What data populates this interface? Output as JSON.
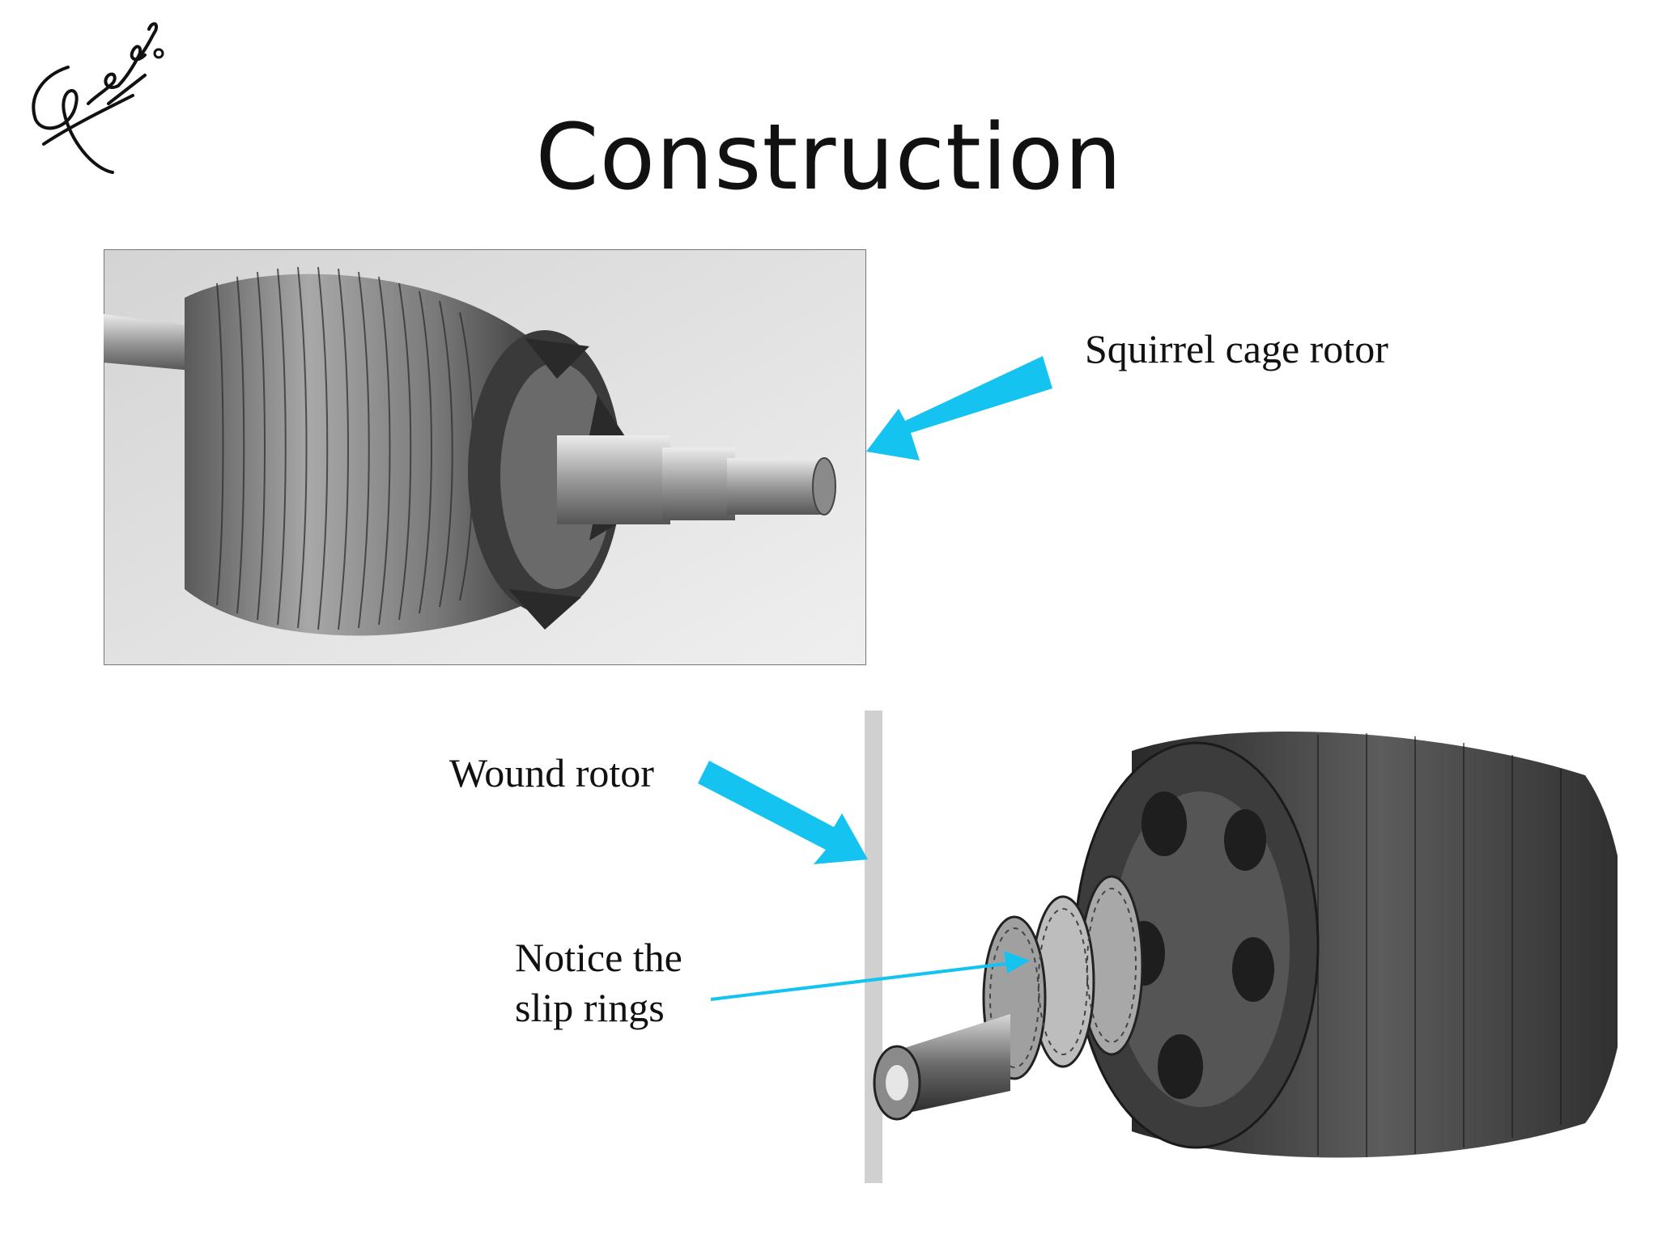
{
  "slide": {
    "title": "Construction",
    "labels": {
      "squirrel_cage": "Squirrel cage rotor",
      "wound": "Wound rotor",
      "slip_rings_line1": "Notice the",
      "slip_rings_line2": "slip rings"
    },
    "colors": {
      "arrow": "#14c3f0",
      "text": "#111111"
    },
    "images": {
      "top": "squirrel-cage-rotor-photo",
      "bottom": "wound-rotor-photo"
    }
  }
}
